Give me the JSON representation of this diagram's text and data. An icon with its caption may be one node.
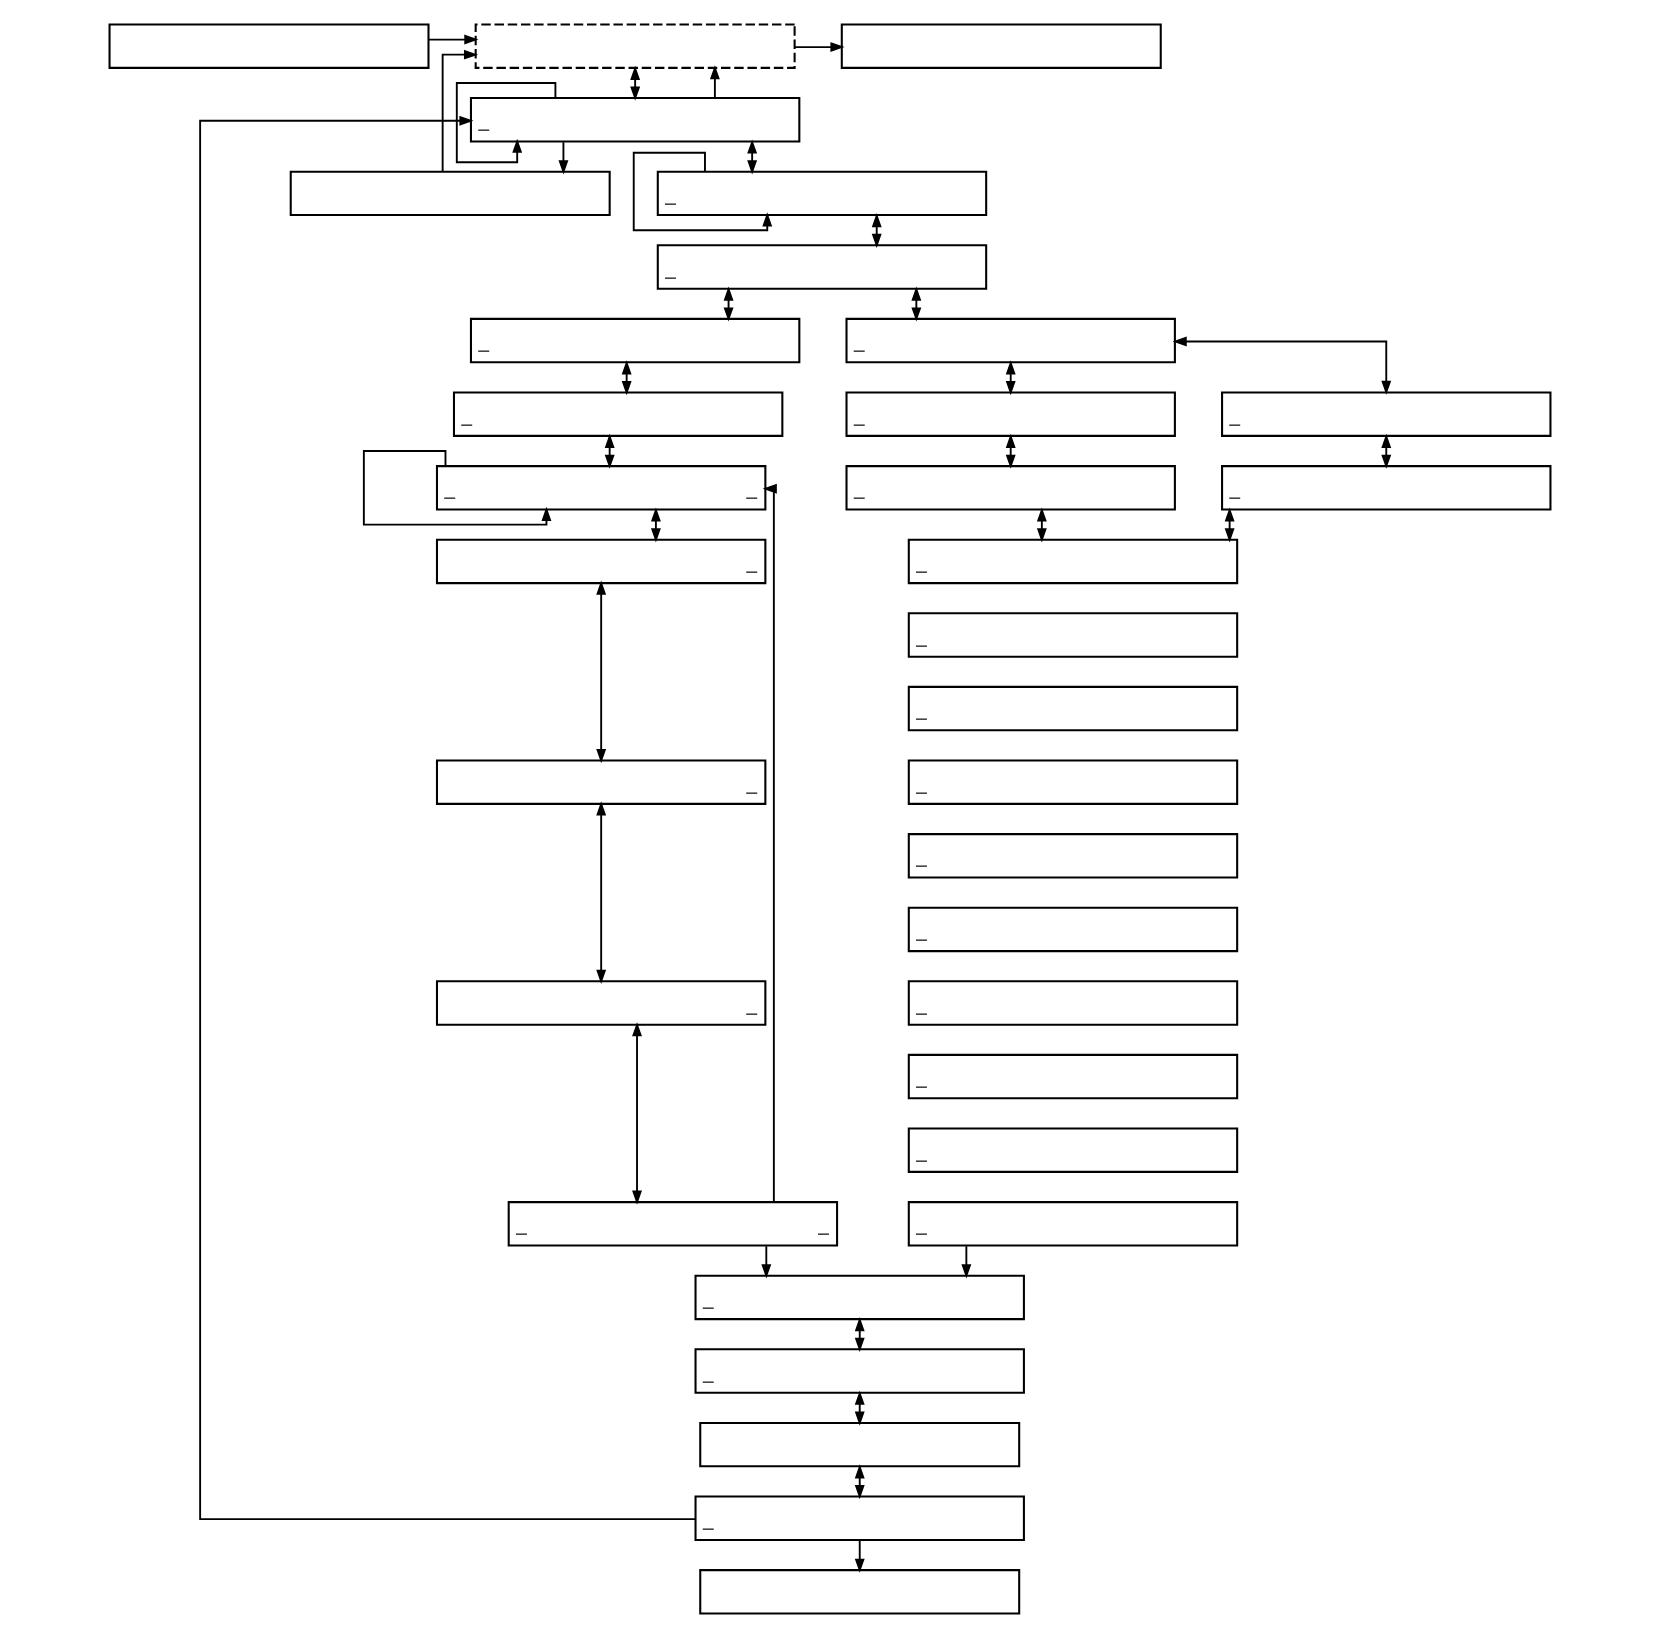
{
  "diagram": {
    "nodes": [
      {
        "text": [],
        "shape": "box"
      },
      {
        "text": [],
        "shape": "box"
      },
      {
        "text": [],
        "shape": "box"
      },
      {
        "text": [
          "_"
        ]
      },
      {
        "text": [],
        "shape": "box"
      },
      {
        "text": [
          "_"
        ]
      },
      {
        "text": [
          "_"
        ]
      },
      {
        "text": [
          "_"
        ]
      },
      {
        "text": [
          "_"
        ]
      },
      {
        "text": [
          "_"
        ]
      },
      {
        "text": [
          "_"
        ]
      },
      {
        "text": [
          "_"
        ]
      },
      {
        "text": [
          "_",
          "_"
        ]
      },
      {
        "text": [
          "_"
        ]
      },
      {
        "text": [
          "_"
        ]
      },
      {
        "text": [
          "_"
        ]
      },
      {
        "text": [
          "_"
        ]
      },
      {
        "text": [
          "_"
        ]
      },
      {
        "text": [
          "_",
          "_"
        ]
      },
      {
        "text": [
          "_"
        ]
      },
      {
        "text": [
          "_"
        ]
      },
      {
        "text": [
          "_"
        ]
      },
      {
        "text": [
          "_"
        ]
      },
      {
        "text": [
          "_"
        ]
      },
      {
        "text": [
          "_"
        ]
      },
      {
        "text": [
          "_"
        ]
      },
      {
        "text": [
          "_"
        ]
      },
      {
        "text": [
          "_"
        ]
      },
      {
        "text": [
          "_"
        ]
      },
      {
        "text": [
          "_"
        ]
      },
      {
        "text": [
          "_"
        ]
      },
      {
        "text": [],
        "shape": "box"
      },
      {
        "text": [
          "_"
        ]
      },
      {
        "text": [],
        "shape": "box"
      }
    ],
    "edges": [
      {
        "from": 0,
        "to": 1,
        "arrow": "to"
      },
      {
        "from": 1,
        "to": 2,
        "arrow": "to"
      },
      {
        "from": 1,
        "to": 3,
        "arrow": "both"
      },
      {
        "from": 3,
        "to": 3,
        "arrow": "to"
      },
      {
        "from": 3,
        "to": 1,
        "arrow": "to"
      },
      {
        "from": 4,
        "to": 1,
        "arrow": "to"
      },
      {
        "from": 32,
        "to": 3,
        "arrow": "to"
      },
      {
        "from": 3,
        "to": 4,
        "arrow": "to"
      },
      {
        "from": 3,
        "to": 5,
        "arrow": "both"
      },
      {
        "from": 5,
        "to": 5,
        "arrow": "to"
      },
      {
        "from": 5,
        "to": 6,
        "arrow": "both"
      },
      {
        "from": 6,
        "to": 7,
        "arrow": "both"
      },
      {
        "from": 6,
        "to": 8,
        "arrow": "both"
      },
      {
        "from": 7,
        "to": 9,
        "arrow": "both"
      },
      {
        "from": 8,
        "to": 10,
        "arrow": "both"
      },
      {
        "from": 8,
        "to": 11,
        "arrow": "both"
      },
      {
        "from": 9,
        "to": 12,
        "arrow": "both"
      },
      {
        "from": 10,
        "to": 13,
        "arrow": "both"
      },
      {
        "from": 11,
        "to": 14,
        "arrow": "both"
      },
      {
        "from": 12,
        "to": 12,
        "arrow": "to"
      },
      {
        "from": 18,
        "to": 12,
        "arrow": "to"
      },
      {
        "from": 12,
        "to": 15,
        "arrow": "both"
      },
      {
        "from": 13,
        "to": 19,
        "arrow": "both"
      },
      {
        "from": 14,
        "to": 19,
        "arrow": "both"
      },
      {
        "from": 15,
        "to": 16,
        "arrow": "both"
      },
      {
        "from": 16,
        "to": 17,
        "arrow": "both"
      },
      {
        "from": 17,
        "to": 18,
        "arrow": "both"
      },
      {
        "from": 18,
        "to": 29,
        "arrow": "to"
      },
      {
        "from": 28,
        "to": 29,
        "arrow": "to"
      },
      {
        "from": 29,
        "to": 30,
        "arrow": "both"
      },
      {
        "from": 30,
        "to": 31,
        "arrow": "both"
      },
      {
        "from": 31,
        "to": 32,
        "arrow": "both"
      },
      {
        "from": 32,
        "to": 33,
        "arrow": "to"
      }
    ]
  }
}
